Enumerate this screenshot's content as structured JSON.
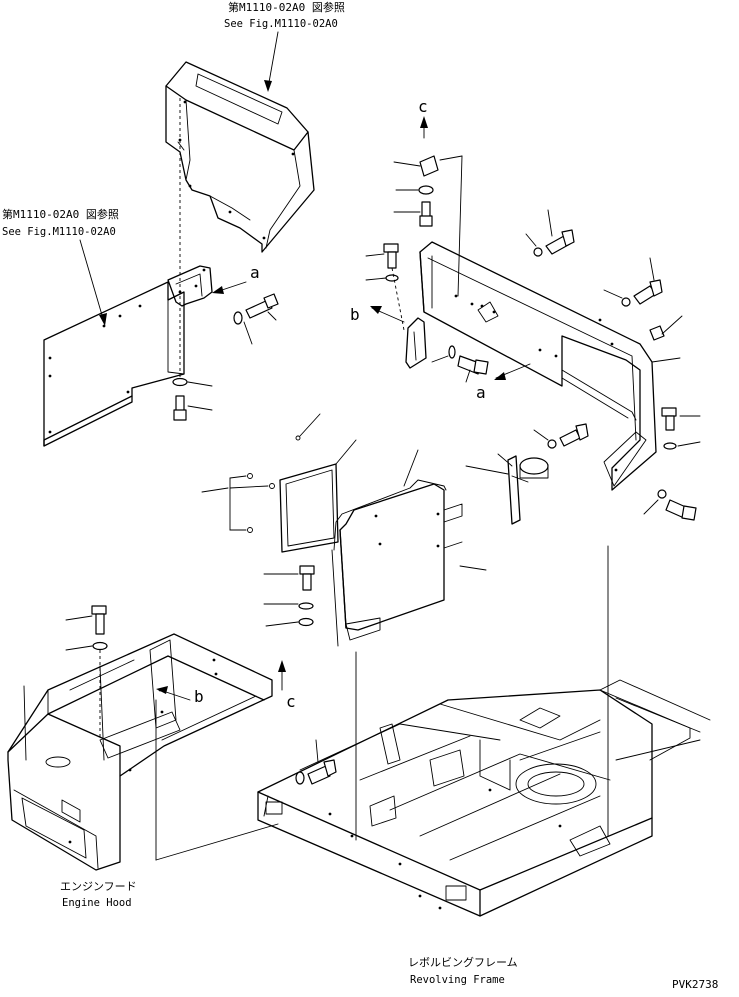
{
  "labels": {
    "ref_top_jp": "第M1110-02A0 図参照",
    "ref_top_en": "See Fig.M1110-02A0",
    "ref_left_jp": "第M1110-02A0 図参照",
    "ref_left_en": "See Fig.M1110-02A0",
    "engine_hood_jp": "エンジンフード",
    "engine_hood_en": "Engine Hood",
    "revolving_frame_jp": "レボルビングフレーム",
    "revolving_frame_en": "Revolving Frame",
    "drawing_code": "PVK2738"
  },
  "markers": {
    "a1": "a",
    "a2": "a",
    "b1": "b",
    "b2": "b",
    "c1": "c",
    "c2": "c"
  }
}
